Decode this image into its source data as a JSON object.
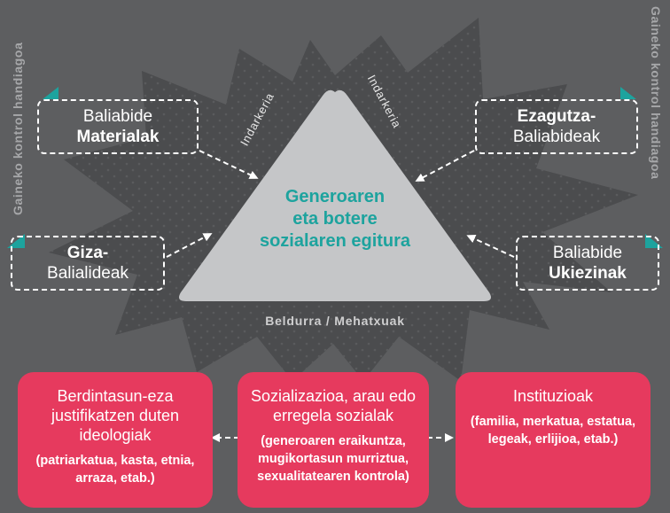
{
  "side_labels": {
    "left": "Gaineko kontrol handiagoa",
    "right": "Gaineko kontrol handiagoa"
  },
  "violence_labels": [
    "Indarkeria",
    "Indarkeria"
  ],
  "center": {
    "title_line1": "Generoaren",
    "title_line2": "eta botere",
    "title_line3": "sozialaren egitura"
  },
  "bottom_label": "Beldurra / Mehatxuak",
  "resource_boxes": {
    "material": {
      "line1": "Baliabide",
      "line2": "Materialak"
    },
    "knowledge": {
      "line1": "Ezagutza-",
      "line2": "Baliabideak"
    },
    "human": {
      "line1": "Giza-",
      "line2": "Balialideak"
    },
    "intangible": {
      "line1": "Baliabide",
      "line2": "Ukiezinak"
    }
  },
  "red_boxes": {
    "ideologies": {
      "title": "Berdintasun-eza justifikatzen duten ideologiak",
      "subtitle": "(patriarkatua, kasta, etnia, arraza, etab.)"
    },
    "socialization": {
      "title": "Sozializazioa, arau edo erregela sozialak",
      "subtitle": "(generoaren eraikuntza, mugikortasun murriztua, sexualitatearen kontrola)"
    },
    "institutions": {
      "title": "Instituzioak",
      "subtitle": "(familia, merkatua, estatua, legeak, erlijioa, etab.)"
    }
  },
  "colors": {
    "background": "#5d5e60",
    "star": "#4b4c4e",
    "triangle": "#c5c6c8",
    "teal": "#1da39e",
    "red": "#e63a5e"
  }
}
